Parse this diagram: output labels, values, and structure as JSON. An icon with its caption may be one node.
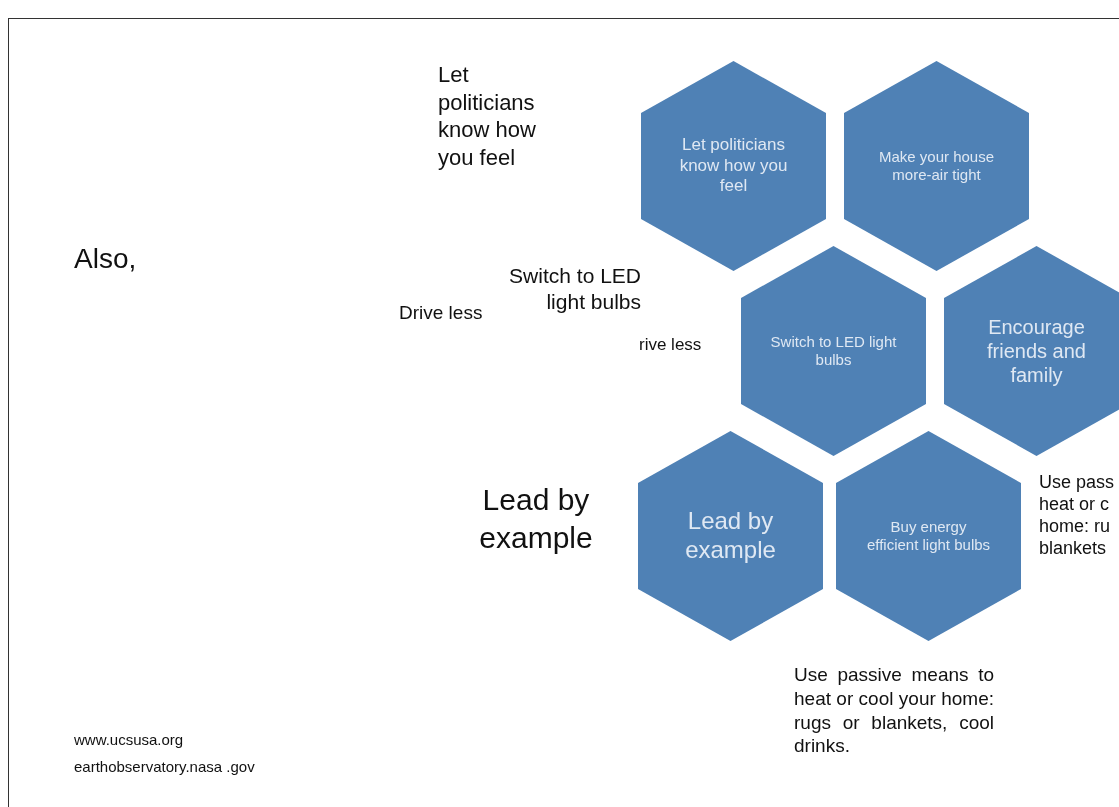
{
  "diagram": {
    "nodes": [
      {
        "text": [
          "Let politicians know how you feel"
        ]
      },
      {
        "text": [
          "Make your house more-air tight"
        ]
      },
      {
        "text": [
          "Switch to LED light bulbs"
        ]
      },
      {
        "text": [
          "Encourage friends and family"
        ]
      },
      {
        "text": [
          "Lead by example"
        ]
      },
      {
        "text": [
          "Buy energy efficient light bulbs"
        ]
      }
    ],
    "edges": [],
    "labels": [
      "Let politicians know how you feel",
      "Also,",
      "Switch to LED light bulbs",
      "Drive less",
      "rive less",
      "Lead by example",
      "Use pass",
      "heat or c",
      "home: ru",
      "blankets",
      "Use passive means to heat or cool your home: rugs or blankets, cool drinks.",
      "www.ucsusa.org",
      "earthobservatory.nasa .gov"
    ]
  }
}
